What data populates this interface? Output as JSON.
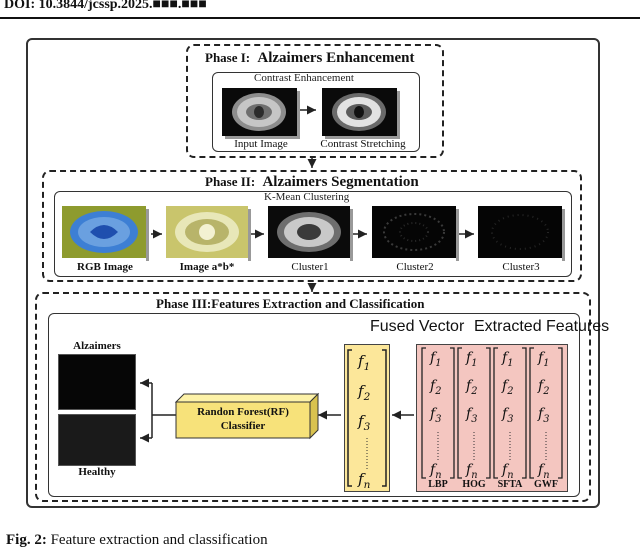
{
  "header": {
    "doi_text": "DOI: 10.3844/jcssp.2025.■■■.■■■"
  },
  "phase1": {
    "title_prefix": "Phase I:",
    "title_main": "Alzaimers  Enhancement",
    "subtitle": "Contrast Enhancement",
    "input_caption": "Input Image",
    "stretch_caption": "Contrast Stretching"
  },
  "phase2": {
    "title_prefix": "Phase II:",
    "title_main": "Alzaimers  Segmentation",
    "subtitle": "K-Mean Clustering",
    "captions": [
      "RGB Image",
      "Image a*b*",
      "Cluster1",
      "Cluster2",
      "Cluster3"
    ]
  },
  "phase3": {
    "title": "Phase III:Features Extraction and Classification",
    "fused_label": "Fused Vector",
    "extracted_label": "Extracted Features",
    "classifier_line1": "Randon Forest(RF)",
    "classifier_line2": "Classifier",
    "alzaimers_label": "Alzaimers",
    "healthy_label": "Healthy",
    "feature_names": [
      "LBP",
      "HOG",
      "SFTA",
      "GWF"
    ],
    "vector_entries": [
      "f1",
      "f2",
      "f3",
      "fn"
    ]
  },
  "caption": {
    "bold": "Fig. 2:",
    "text": " Feature extraction and classification"
  },
  "colors": {
    "yellow": "#fce79a",
    "pink": "#f4c6c0",
    "classifier": "#f7e27a"
  }
}
